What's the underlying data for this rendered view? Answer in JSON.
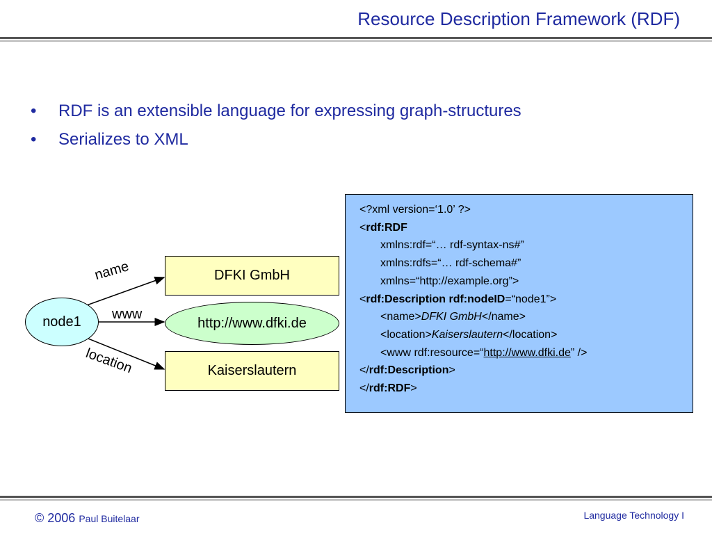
{
  "header": {
    "title": "Resource Description Framework (RDF)"
  },
  "bullets": [
    {
      "marker": "•",
      "text": "RDF is an extensible language for expressing graph-structures"
    },
    {
      "marker": "•",
      "text": "Serializes to XML"
    }
  ],
  "graph": {
    "source_node": "node1",
    "edges": [
      {
        "label": "name",
        "target": "DFKI GmbH",
        "target_shape": "literal-box"
      },
      {
        "label": "www",
        "target": "http://www.dfki.de",
        "target_shape": "resource-ellipse"
      },
      {
        "label": "location",
        "target": "Kaiserslautern",
        "target_shape": "literal-box"
      }
    ],
    "colors": {
      "node": "#ccffff",
      "literal": "#ffffc0",
      "resource": "#ccffcc",
      "xml_box": "#9cc9ff"
    }
  },
  "xml": {
    "decl": "<?xml version=‘1.0’ ?>",
    "open_lt": "<",
    "rdf_tag": "rdf:RDF",
    "ns_rdf": "xmlns:rdf=“… rdf-syntax-ns#”",
    "ns_rdfs": "xmlns:rdfs=“… rdf-schema#”",
    "ns_default": "xmlns=“http://example.org”>",
    "desc_tag": "rdf:Description rdf:nodeID",
    "desc_attr": "=“node1”>",
    "name_open": "<name>",
    "name_value": "DFKI GmbH",
    "name_close": "</name>",
    "loc_open": "<location>",
    "loc_value": "Kaiserslautern",
    "loc_close": "</location>",
    "www_open": "<www rdf:resource=“",
    "www_url": "http://www.dfki.de",
    "www_close": "” />",
    "close_lt": "</",
    "desc_close_tag": "rdf:Description",
    "rdf_close_tag": "rdf:RDF",
    "gt": ">"
  },
  "footer": {
    "copyright": "© 2006",
    "author": "Paul Buitelaar",
    "course": "Language Technology I"
  }
}
